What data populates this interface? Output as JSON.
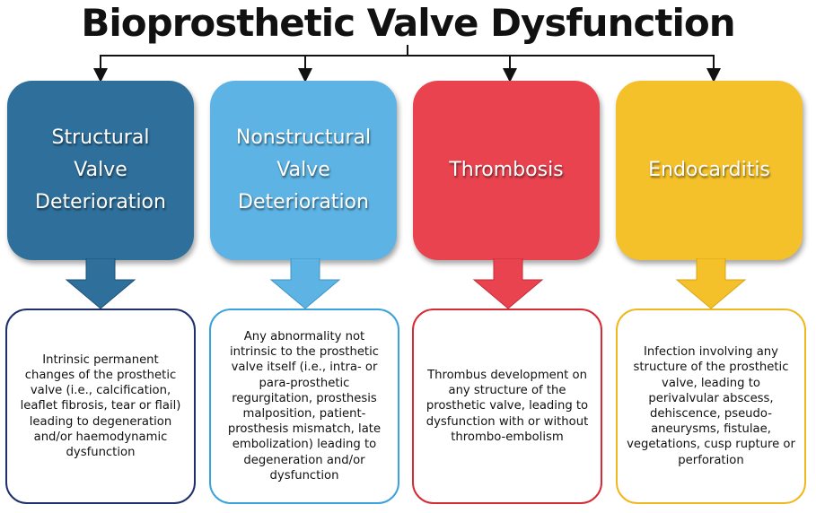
{
  "title": "Bioprosthetic Valve Dysfunction",
  "categories": [
    {
      "name": "Structural Valve Deterioration",
      "color": "#2e6f9b",
      "description": "Intrinsic permanent changes of the prosthetic valve (i.e., calcification, leaflet fibrosis, tear or flail) leading to degeneration and/or haemodynamic dysfunction"
    },
    {
      "name": "Nonstructural Valve Deterioration",
      "color": "#5db3e4",
      "description": "Any abnormality not intrinsic to the prosthetic valve itself (i.e., intra- or para-prosthetic regurgitation, prosthesis malposition, patient-prosthesis mismatch, late embolization) leading to degeneration and/or dysfunction"
    },
    {
      "name": "Thrombosis",
      "color": "#e8434f",
      "description": "Thrombus development on any structure of the prosthetic valve, leading to dysfunction with or without thrombo-embolism"
    },
    {
      "name": "Endocarditis",
      "color": "#f5c12a",
      "description": "Infection involving any structure of the prosthetic valve, leading to perivalvular abscess, dehiscence, pseudo-aneurysms, fistulae, vegetations, cusp rupture or perforation"
    }
  ]
}
